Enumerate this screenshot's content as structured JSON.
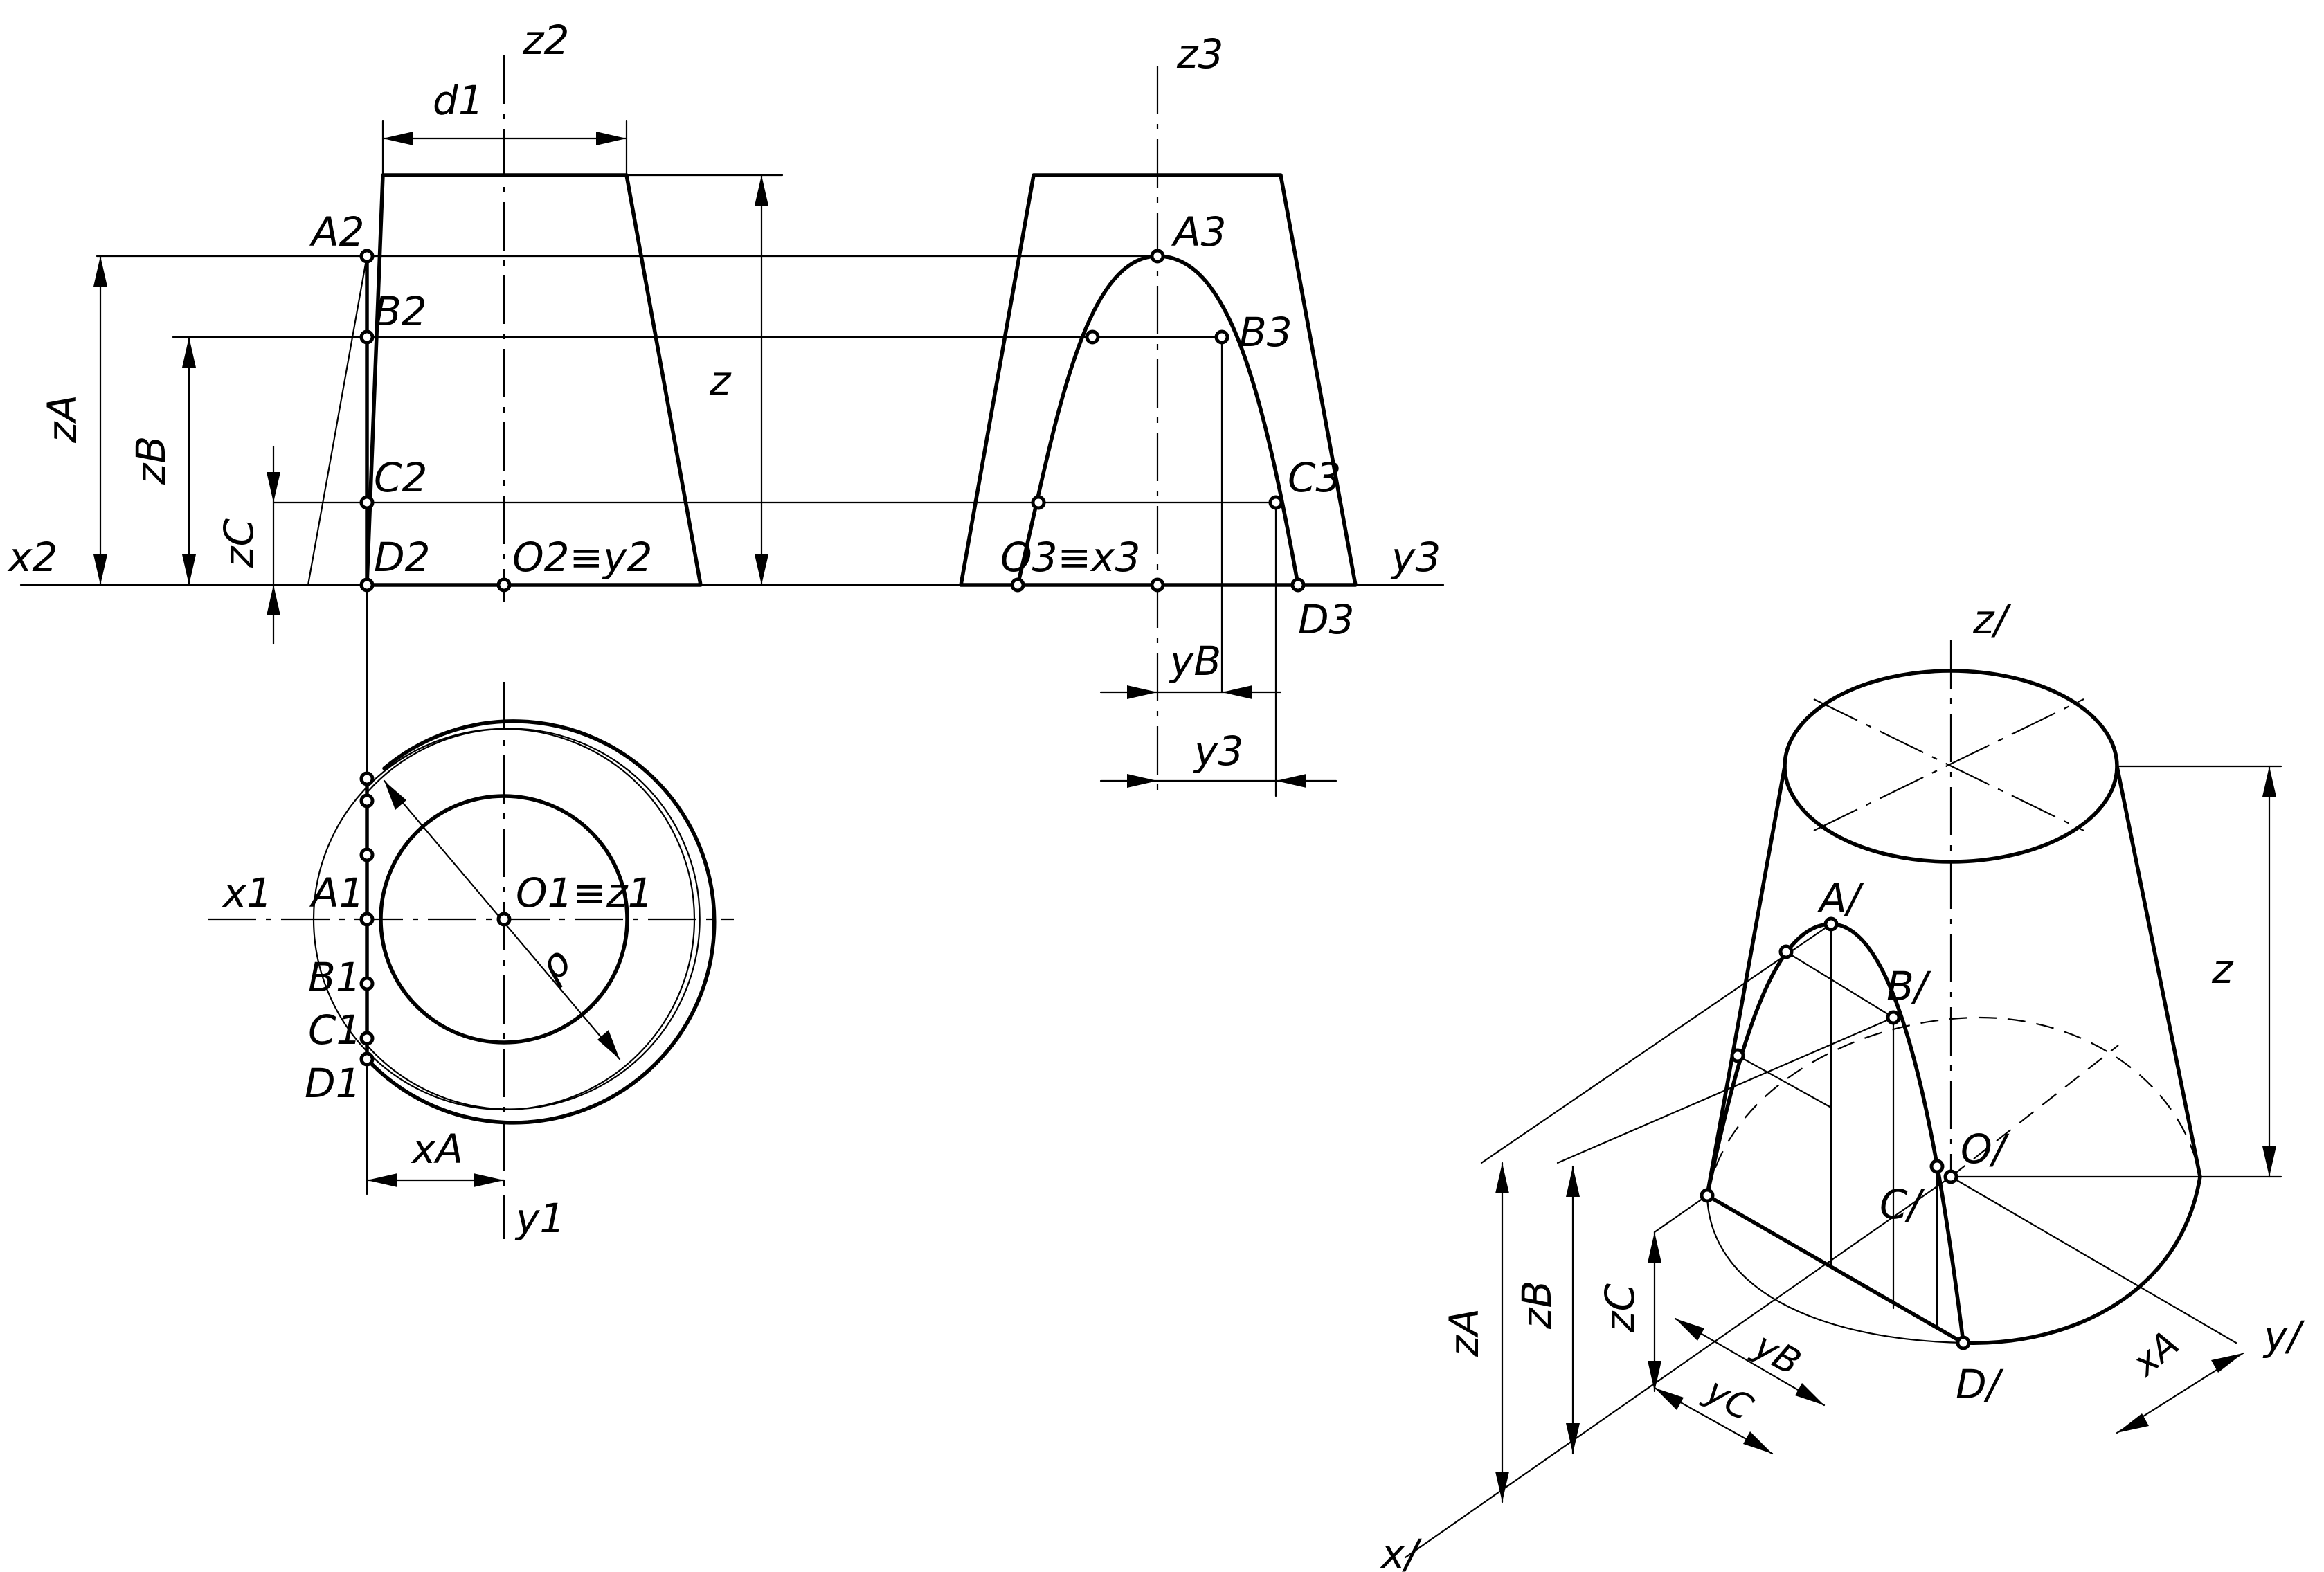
{
  "labels": {
    "z2": "z2",
    "z3": "z3",
    "x2": "x2",
    "y3": "y3",
    "d1": "d1",
    "z_front": "z",
    "zA": "zA",
    "zB": "zB",
    "zC": "zC",
    "A2": "A2",
    "B2": "B2",
    "C2": "C2",
    "D2": "D2",
    "O2": "O2≡y2",
    "A3": "A3",
    "B3": "B3",
    "C3": "C3",
    "D3": "D3",
    "O3": "O3≡x3",
    "yB": "yB",
    "y3dim": "y3",
    "x1": "x1",
    "y1": "y1",
    "A1": "A1",
    "B1": "B1",
    "C1": "C1",
    "D1": "D1",
    "O1": "O1≡z1",
    "rho": "ρ",
    "xA": "xA",
    "zi": "z/",
    "xi": "x/",
    "yi": "y/",
    "Ai": "A/",
    "Bi": "B/",
    "Ci": "C/",
    "Di": "D/",
    "Oi": "O/",
    "z_iso": "z",
    "zA_iso": "zA",
    "zB_iso": "zB",
    "zC_iso": "zC",
    "yB_iso": "yB",
    "yC_iso": "yC",
    "xA_iso": "xA"
  }
}
